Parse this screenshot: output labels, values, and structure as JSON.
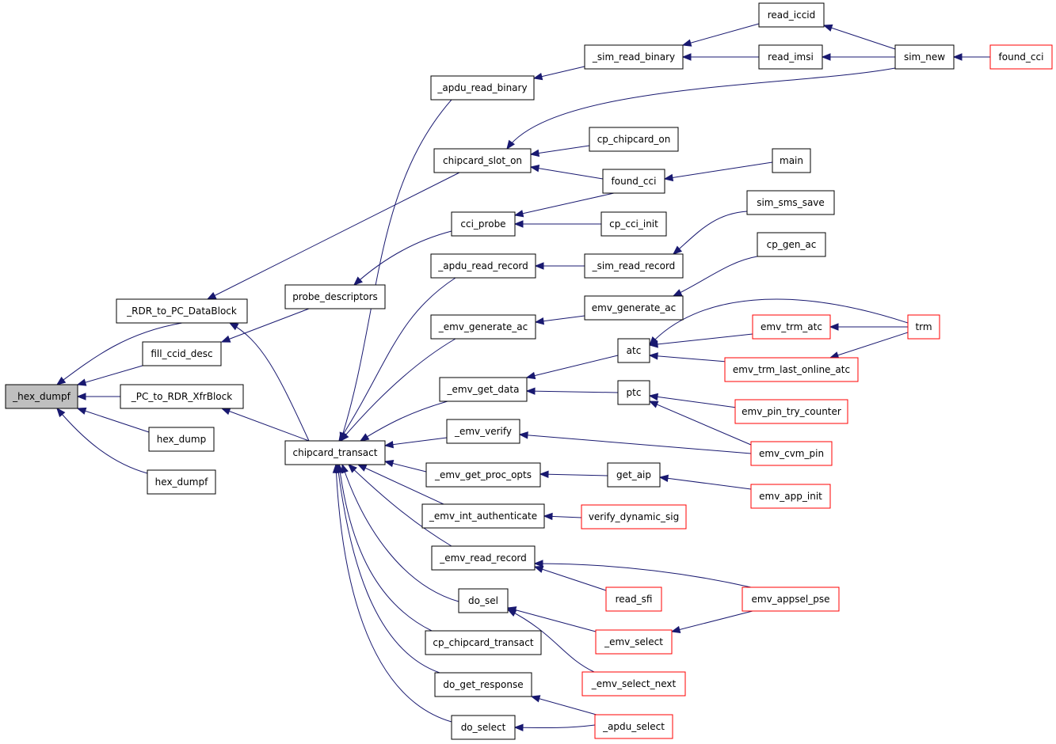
{
  "colors": {
    "edge": "#191970",
    "border_normal": "#000000",
    "border_truncated": "#ff0000",
    "focus_fill": "#bfbfbf"
  },
  "nodes": {
    "hex_dumpf_focus": {
      "label": "_hex_dumpf",
      "kind": "focus"
    },
    "rdr_to_pc": {
      "label": "_RDR_to_PC_DataBlock",
      "kind": "normal"
    },
    "fill_ccid": {
      "label": "fill_ccid_desc",
      "kind": "normal"
    },
    "pc_to_rdr": {
      "label": "_PC_to_RDR_XfrBlock",
      "kind": "normal"
    },
    "hex_dump": {
      "label": "hex_dump",
      "kind": "normal"
    },
    "hex_dumpf": {
      "label": "hex_dumpf",
      "kind": "normal"
    },
    "probe_desc": {
      "label": "probe_descriptors",
      "kind": "normal"
    },
    "chipcard_transact": {
      "label": "chipcard_transact",
      "kind": "normal"
    },
    "apdu_read_binary": {
      "label": "_apdu_read_binary",
      "kind": "normal"
    },
    "chipcard_slot_on": {
      "label": "chipcard_slot_on",
      "kind": "normal"
    },
    "cci_probe": {
      "label": "cci_probe",
      "kind": "normal"
    },
    "apdu_read_record": {
      "label": "_apdu_read_record",
      "kind": "normal"
    },
    "emv_generate_ac_u": {
      "label": "_emv_generate_ac",
      "kind": "normal"
    },
    "emv_get_data": {
      "label": "_emv_get_data",
      "kind": "normal"
    },
    "emv_verify": {
      "label": "_emv_verify",
      "kind": "normal"
    },
    "emv_get_proc_opts": {
      "label": "_emv_get_proc_opts",
      "kind": "normal"
    },
    "emv_int_auth": {
      "label": "_emv_int_authenticate",
      "kind": "normal"
    },
    "emv_read_record": {
      "label": "_emv_read_record",
      "kind": "normal"
    },
    "do_sel": {
      "label": "do_sel",
      "kind": "normal"
    },
    "cp_chipcard_transact": {
      "label": "cp_chipcard_transact",
      "kind": "normal"
    },
    "do_get_response": {
      "label": "do_get_response",
      "kind": "normal"
    },
    "do_select": {
      "label": "do_select",
      "kind": "normal"
    },
    "sim_read_binary": {
      "label": "_sim_read_binary",
      "kind": "normal"
    },
    "cp_chipcard_on": {
      "label": "cp_chipcard_on",
      "kind": "normal"
    },
    "found_cci_mid": {
      "label": "found_cci",
      "kind": "normal"
    },
    "cp_cci_init": {
      "label": "cp_cci_init",
      "kind": "normal"
    },
    "sim_read_record": {
      "label": "_sim_read_record",
      "kind": "normal"
    },
    "emv_generate_ac": {
      "label": "emv_generate_ac",
      "kind": "normal"
    },
    "atc": {
      "label": "atc",
      "kind": "normal"
    },
    "ptc": {
      "label": "ptc",
      "kind": "normal"
    },
    "get_aip": {
      "label": "get_aip",
      "kind": "normal"
    },
    "verify_dyn_sig": {
      "label": "verify_dynamic_sig",
      "kind": "truncated"
    },
    "read_sfi": {
      "label": "read_sfi",
      "kind": "truncated"
    },
    "emv_select_u": {
      "label": "_emv_select",
      "kind": "truncated"
    },
    "emv_select_next": {
      "label": "_emv_select_next",
      "kind": "truncated"
    },
    "apdu_select": {
      "label": "_apdu_select",
      "kind": "truncated"
    },
    "read_iccid": {
      "label": "read_iccid",
      "kind": "normal"
    },
    "read_imsi": {
      "label": "read_imsi",
      "kind": "normal"
    },
    "main": {
      "label": "main",
      "kind": "normal"
    },
    "sim_sms_save": {
      "label": "sim_sms_save",
      "kind": "normal"
    },
    "cp_gen_ac": {
      "label": "cp_gen_ac",
      "kind": "normal"
    },
    "emv_trm_atc": {
      "label": "emv_trm_atc",
      "kind": "truncated"
    },
    "emv_trm_last": {
      "label": "emv_trm_last_online_atc",
      "kind": "truncated"
    },
    "emv_pin_try": {
      "label": "emv_pin_try_counter",
      "kind": "truncated"
    },
    "emv_cvm_pin": {
      "label": "emv_cvm_pin",
      "kind": "truncated"
    },
    "emv_app_init": {
      "label": "emv_app_init",
      "kind": "truncated"
    },
    "emv_appsel_pse": {
      "label": "emv_appsel_pse",
      "kind": "truncated"
    },
    "sim_new": {
      "label": "sim_new",
      "kind": "normal"
    },
    "trm": {
      "label": "trm",
      "kind": "truncated"
    },
    "found_cci_right": {
      "label": "found_cci",
      "kind": "truncated"
    }
  },
  "edges": [
    [
      "rdr_to_pc",
      "hex_dumpf_focus"
    ],
    [
      "fill_ccid",
      "hex_dumpf_focus"
    ],
    [
      "pc_to_rdr",
      "hex_dumpf_focus"
    ],
    [
      "hex_dump",
      "hex_dumpf_focus"
    ],
    [
      "hex_dumpf",
      "hex_dumpf_focus"
    ],
    [
      "chipcard_slot_on",
      "rdr_to_pc"
    ],
    [
      "chipcard_transact",
      "rdr_to_pc"
    ],
    [
      "probe_desc",
      "fill_ccid"
    ],
    [
      "chipcard_transact",
      "pc_to_rdr"
    ],
    [
      "cci_probe",
      "probe_desc"
    ],
    [
      "apdu_read_binary",
      "chipcard_transact"
    ],
    [
      "apdu_read_record",
      "chipcard_transact"
    ],
    [
      "emv_generate_ac_u",
      "chipcard_transact"
    ],
    [
      "emv_get_data",
      "chipcard_transact"
    ],
    [
      "emv_verify",
      "chipcard_transact"
    ],
    [
      "emv_get_proc_opts",
      "chipcard_transact"
    ],
    [
      "emv_int_auth",
      "chipcard_transact"
    ],
    [
      "emv_read_record",
      "chipcard_transact"
    ],
    [
      "do_sel",
      "chipcard_transact"
    ],
    [
      "cp_chipcard_transact",
      "chipcard_transact"
    ],
    [
      "do_get_response",
      "chipcard_transact"
    ],
    [
      "do_select",
      "chipcard_transact"
    ],
    [
      "sim_read_binary",
      "apdu_read_binary"
    ],
    [
      "cp_chipcard_on",
      "chipcard_slot_on"
    ],
    [
      "found_cci_mid",
      "chipcard_slot_on"
    ],
    [
      "sim_new",
      "chipcard_slot_on"
    ],
    [
      "found_cci_mid",
      "cci_probe"
    ],
    [
      "cp_cci_init",
      "cci_probe"
    ],
    [
      "sim_read_record",
      "apdu_read_record"
    ],
    [
      "emv_generate_ac",
      "emv_generate_ac_u"
    ],
    [
      "atc",
      "emv_get_data"
    ],
    [
      "ptc",
      "emv_get_data"
    ],
    [
      "emv_cvm_pin",
      "emv_verify"
    ],
    [
      "get_aip",
      "emv_get_proc_opts"
    ],
    [
      "verify_dyn_sig",
      "emv_int_auth"
    ],
    [
      "read_sfi",
      "emv_read_record"
    ],
    [
      "emv_appsel_pse",
      "emv_read_record"
    ],
    [
      "emv_select_u",
      "do_sel"
    ],
    [
      "emv_select_next",
      "do_sel"
    ],
    [
      "apdu_select",
      "do_get_response"
    ],
    [
      "apdu_select",
      "do_select"
    ],
    [
      "read_iccid",
      "sim_read_binary"
    ],
    [
      "read_imsi",
      "sim_read_binary"
    ],
    [
      "main",
      "found_cci_mid"
    ],
    [
      "sim_sms_save",
      "sim_read_record"
    ],
    [
      "cp_gen_ac",
      "emv_generate_ac"
    ],
    [
      "emv_trm_atc",
      "atc"
    ],
    [
      "emv_trm_last",
      "atc"
    ],
    [
      "trm",
      "atc"
    ],
    [
      "emv_pin_try",
      "ptc"
    ],
    [
      "emv_cvm_pin",
      "ptc"
    ],
    [
      "emv_app_init",
      "get_aip"
    ],
    [
      "emv_appsel_pse",
      "emv_select_u"
    ],
    [
      "sim_new",
      "read_iccid"
    ],
    [
      "sim_new",
      "read_imsi"
    ],
    [
      "trm",
      "emv_trm_atc"
    ],
    [
      "trm",
      "emv_trm_last"
    ],
    [
      "found_cci_right",
      "sim_new"
    ]
  ]
}
